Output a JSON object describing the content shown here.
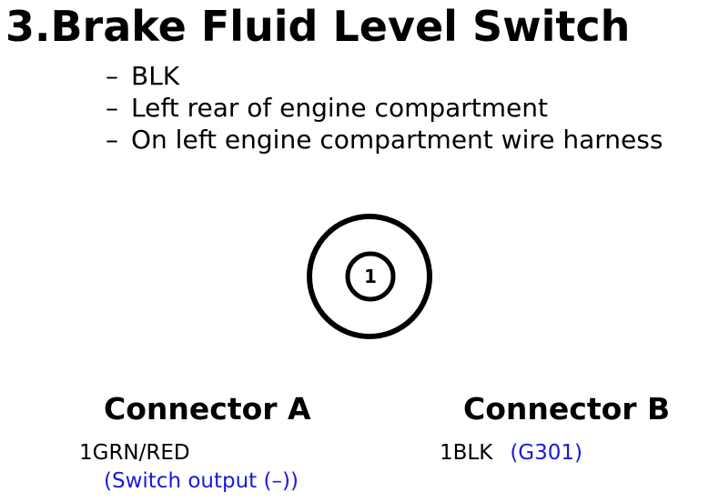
{
  "title": "3.Brake Fluid Level Switch",
  "details": [
    {
      "dash": "–",
      "text": "BLK"
    },
    {
      "dash": "–",
      "text": "Left rear of engine compartment"
    },
    {
      "dash": "–",
      "text": "On left engine compartment wire harness"
    }
  ],
  "connector_face": {
    "pin_label": "1"
  },
  "connector_a": {
    "heading": "Connector A",
    "pin": "1GRN/RED",
    "note": "(Switch output (–))"
  },
  "connector_b": {
    "heading": "Connector B",
    "pin": "1BLK",
    "note": "(G301)"
  },
  "colors": {
    "text": "#000000",
    "note": "#1a1adc"
  }
}
